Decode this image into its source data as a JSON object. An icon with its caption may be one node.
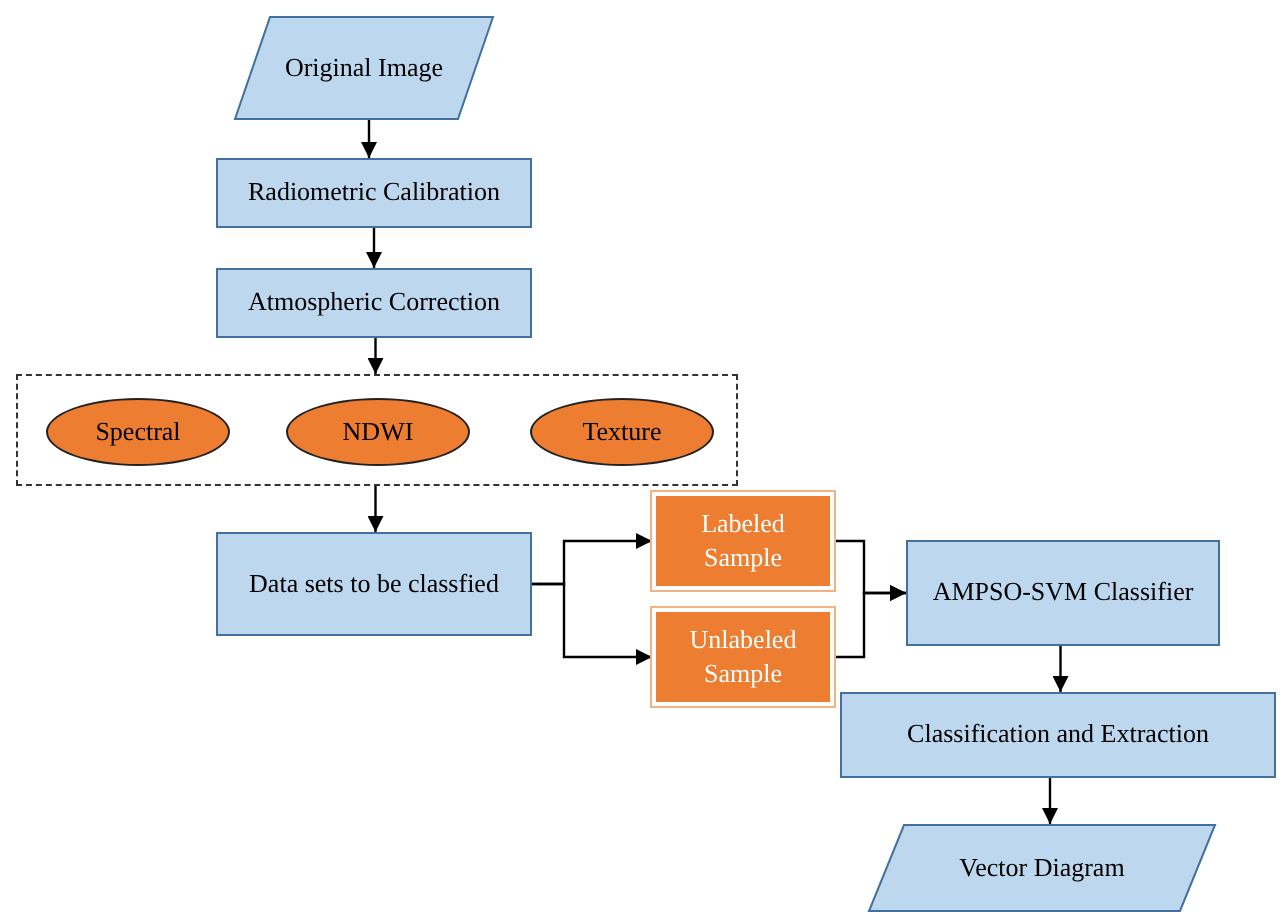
{
  "diagram": {
    "nodes": [
      {
        "text": [
          "Original Image"
        ]
      },
      {
        "text": [
          "Radiometric Calibration"
        ]
      },
      {
        "text": [
          "Atmospheric Correction"
        ]
      },
      {
        "text": [],
        "shape": "box"
      },
      {
        "text": [
          "Spectral"
        ],
        "in": 3
      },
      {
        "text": [
          "NDWI"
        ],
        "in": 3
      },
      {
        "text": [
          "Texture"
        ],
        "in": 3
      },
      {
        "text": [
          "Data sets to be classfied"
        ]
      },
      {
        "text": [
          "Labeled Sample"
        ]
      },
      {
        "text": [
          "Unlabeled Sample"
        ]
      },
      {
        "text": [
          "AMPSO-SVM Classifier"
        ]
      },
      {
        "text": [
          "Classification and Extraction"
        ]
      },
      {
        "text": [
          "Vector Diagram"
        ]
      }
    ],
    "edges": [
      {
        "from": 0,
        "to": 1,
        "arrow": "to"
      },
      {
        "from": 1,
        "to": 2,
        "arrow": "to"
      },
      {
        "from": 2,
        "to": 3,
        "arrow": "to"
      },
      {
        "from": 3,
        "to": 7,
        "arrow": "to"
      },
      {
        "from": 7,
        "to": 8,
        "arrow": "to"
      },
      {
        "from": 7,
        "to": 9,
        "arrow": "to"
      },
      {
        "from": 8,
        "to": 10,
        "arrow": "to"
      },
      {
        "from": 9,
        "to": 10,
        "arrow": "to"
      },
      {
        "from": 10,
        "to": 11,
        "arrow": "to"
      },
      {
        "from": 11,
        "to": 12,
        "arrow": "to"
      }
    ]
  }
}
